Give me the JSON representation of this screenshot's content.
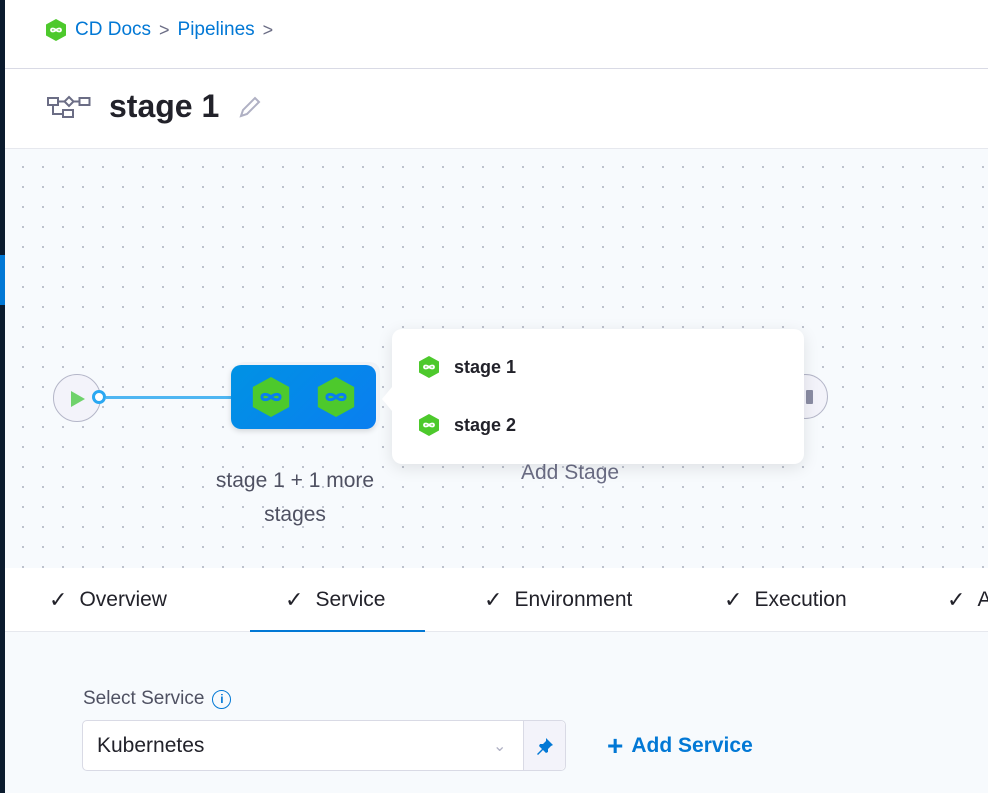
{
  "breadcrumb": {
    "items": [
      "CD Docs",
      "Pipelines"
    ],
    "separator": ">"
  },
  "header": {
    "title": "stage 1"
  },
  "canvas": {
    "group_label": "stage 1 + 1 more stages",
    "add_stage_label": "Add Stage",
    "popover": {
      "items": [
        {
          "label": "stage 1"
        },
        {
          "label": "stage 2"
        }
      ]
    }
  },
  "tabs": [
    {
      "label": "Overview",
      "check": "✓"
    },
    {
      "label": "Service",
      "check": "✓",
      "active": true
    },
    {
      "label": "Environment",
      "check": "✓"
    },
    {
      "label": "Execution",
      "check": "✓"
    },
    {
      "label": "A",
      "check": "✓"
    }
  ],
  "service": {
    "label": "Select Service",
    "selected": "Kubernetes",
    "add_label": "Add Service",
    "info": "i"
  },
  "colors": {
    "accent": "#0278d5",
    "cd_green": "#4dc92c",
    "sidebar": "#0b1b2e"
  }
}
